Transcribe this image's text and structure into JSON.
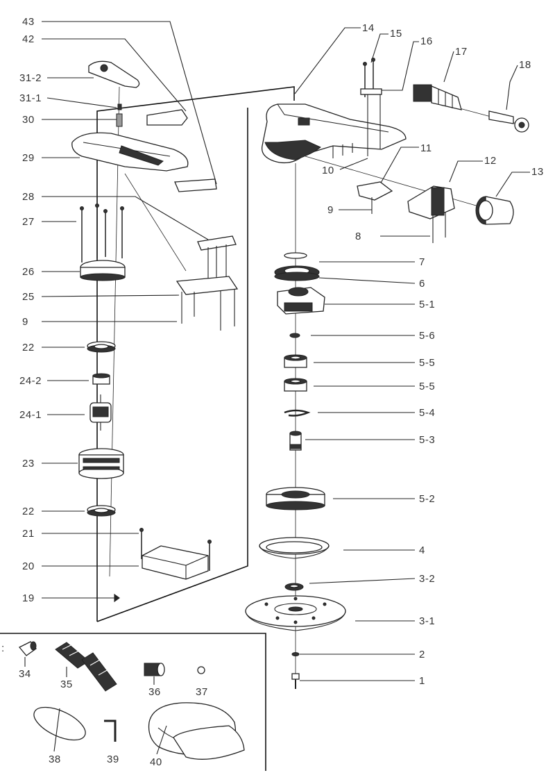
{
  "labels": {
    "p43": "43",
    "p42": "42",
    "p31_2": "31-2",
    "p31_1": "31-1",
    "p30": "30",
    "p29": "29",
    "p28": "28",
    "p27": "27",
    "p26": "26",
    "p25": "25",
    "p9a": "9",
    "p22a": "22",
    "p24_2": "24-2",
    "p24_1": "24-1",
    "p23": "23",
    "p22b": "22",
    "p21": "21",
    "p20": "20",
    "p19": "19",
    "p14": "14",
    "p15": "15",
    "p16": "16",
    "p17": "17",
    "p18": "18",
    "p11": "11",
    "p12": "12",
    "p13": "13",
    "p10": "10",
    "p9b": "9",
    "p8": "8",
    "p7": "7",
    "p6": "6",
    "p5_1": "5-1",
    "p5_6": "5-6",
    "p5_5a": "5-5",
    "p5_5b": "5-5",
    "p5_4": "5-4",
    "p5_3": "5-3",
    "p5_2": "5-2",
    "p4": "4",
    "p3_2": "3-2",
    "p3_1": "3-1",
    "p2": "2",
    "p1": "1",
    "p34": "34",
    "p35": "35",
    "p36": "36",
    "p37": "37",
    "p38": "38",
    "p39": "39",
    "p40": "40",
    "accessories_colon": ":"
  }
}
